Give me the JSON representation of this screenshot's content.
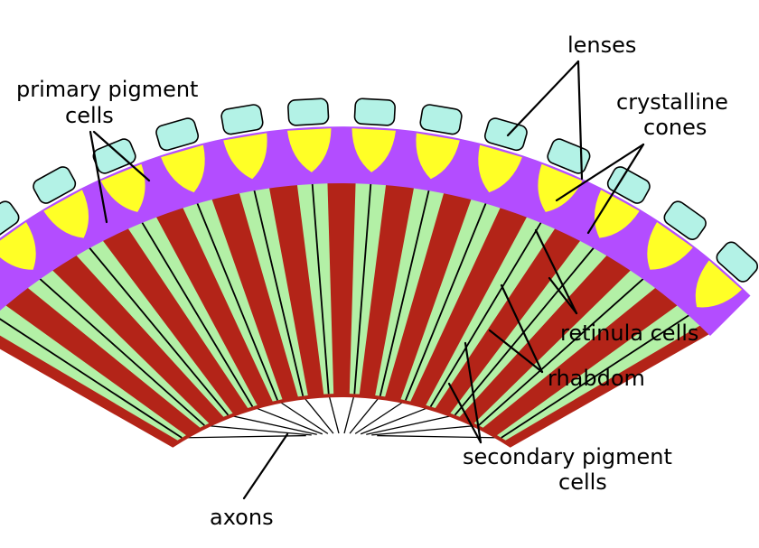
{
  "labels": {
    "primary_pigment_line1": "primary pigment",
    "primary_pigment_line2": "cells",
    "lenses": "lenses",
    "crystalline_line1": "crystalline",
    "crystalline_line2": "cones",
    "retinula": "retinula cells",
    "rhabdom": "rhabdom",
    "secondary_line1": "secondary pigment",
    "secondary_line2": "cells",
    "axons": "axons"
  },
  "ommatidia_count": 14,
  "colors": {
    "lens": "#b3f2e6",
    "crystalline_cone": "#ffff26",
    "primary_pigment": "#b34dff",
    "secondary_pigment": "#b32418",
    "retinula": "#b3f0a6",
    "background": "#ffffff",
    "outline": "#000000"
  }
}
